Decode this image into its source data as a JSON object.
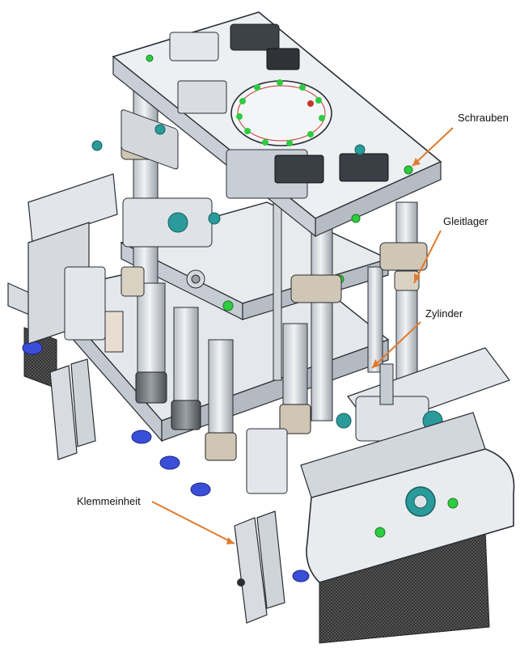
{
  "labels": {
    "schrauben": "Schrauben",
    "gleitlager": "Gleitlager",
    "zylinder": "Zylinder",
    "klemmeinheit": "Klemmeinheit"
  },
  "colors": {
    "arrow": "#e07b2e",
    "metal_light": "#dfe3e8",
    "metal_mid": "#c4cad2",
    "metal_dark": "#8f979f",
    "line": "#2a2e33",
    "bolt_green": "#2ecc40",
    "cup_blue": "#3a4fd8",
    "teal": "#2a9a9a",
    "brush": "#4a4a4a"
  }
}
